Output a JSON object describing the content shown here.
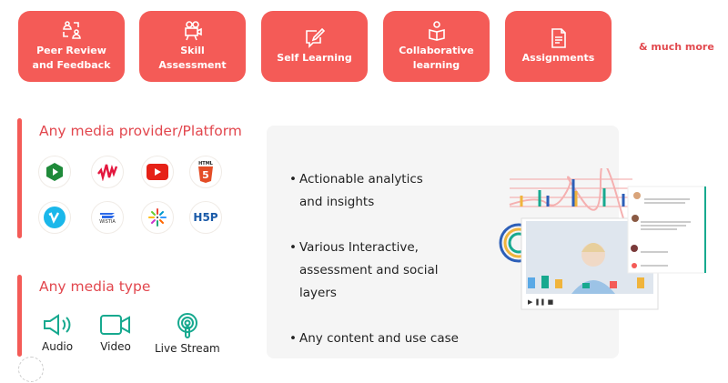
{
  "features": [
    {
      "icon": "peer-review-icon",
      "label1": "Peer Review",
      "label2": "and Feedback"
    },
    {
      "icon": "video-camera-icon",
      "label1": "Skill",
      "label2": "Assessment"
    },
    {
      "icon": "edit-note-icon",
      "label1": "Self Learning",
      "label2": ""
    },
    {
      "icon": "reader-icon",
      "label1": "Collaborative",
      "label2": "learning"
    },
    {
      "icon": "document-icon",
      "label1": "Assignments",
      "label2": ""
    }
  ],
  "more": "& much more",
  "providers": {
    "title": "Any media provider/Platform",
    "logos": [
      "Kaltura",
      "JW Player",
      "YouTube",
      "HTML5",
      "Vimeo",
      "Wistia",
      "Kollective",
      "H5P"
    ],
    "wistia_text": "WISTIA",
    "html_text": "HTML",
    "h5p_text": "H5P"
  },
  "media": {
    "title": "Any media type",
    "types": [
      "Audio",
      "Video",
      "Live Stream"
    ]
  },
  "bullets": [
    {
      "l1": "Actionable analytics",
      "l2": "and insights"
    },
    {
      "l1": "Various Interactive,",
      "l2": "assessment and social",
      "l3": "layers"
    },
    {
      "l1": "Any content and use case"
    }
  ],
  "colors": {
    "accent": "#f45b57",
    "teal": "#17a98f",
    "panel": "#f5f5f5"
  }
}
